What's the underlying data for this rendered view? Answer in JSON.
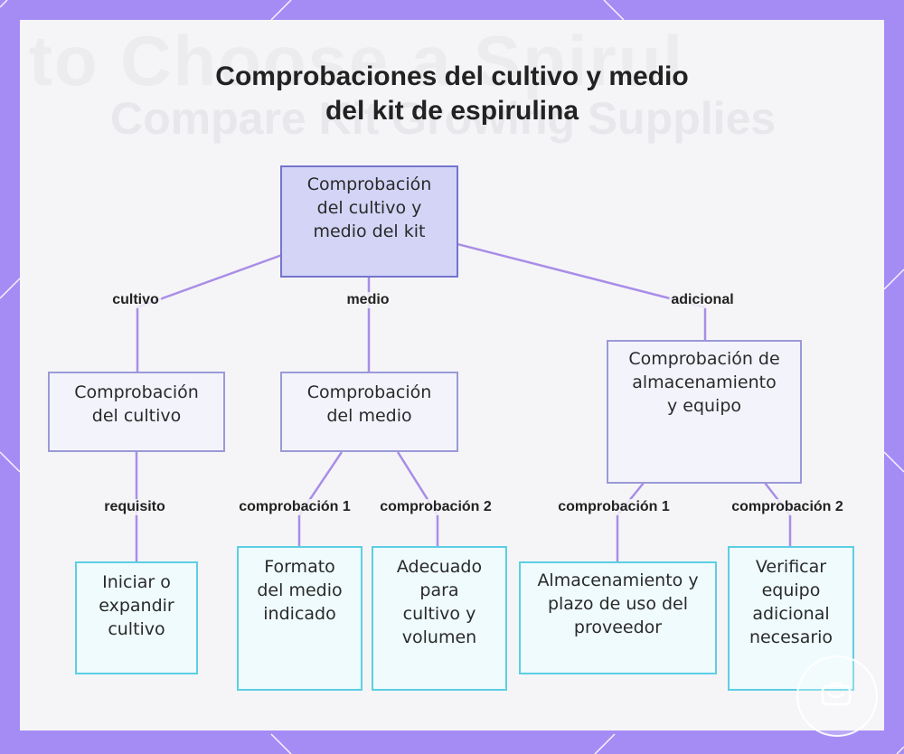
{
  "title": {
    "line1": "Comprobaciones del cultivo y medio",
    "line2": "del kit de espirulina"
  },
  "background_text": {
    "line1": "to Choose a Spirul",
    "line2": "Compare Kit Growing Supplies"
  },
  "colors": {
    "frame": "#a58cf5",
    "root_fill": "#d4d4f7",
    "root_border": "#7474cf",
    "mid_border": "#9a9ad8",
    "leaf_border": "#5ccfe3",
    "edge": "#a98de8"
  },
  "nodes": {
    "root": "Comprobación del cultivo y medio del kit",
    "cultivo": "Comprobación del cultivo",
    "medio": "Comprobación del medio",
    "adicional": "Comprobación de almacenamiento y equipo",
    "iniciar": "Iniciar o expandir cultivo",
    "formato": "Formato del medio indicado",
    "adecuado": "Adecuado para cultivo y volumen",
    "almacenamiento": "Almacenamiento y plazo de uso del proveedor",
    "verificar": "Verificar equipo adicional necesario"
  },
  "edge_labels": {
    "cultivo": "cultivo",
    "medio": "medio",
    "adicional": "adicional",
    "requisito": "requisito",
    "medio_c1": "comprobación 1",
    "medio_c2": "comprobación 2",
    "adic_c1": "comprobación 1",
    "adic_c2": "comprobación 2"
  },
  "badge_icon": "logo-icon"
}
